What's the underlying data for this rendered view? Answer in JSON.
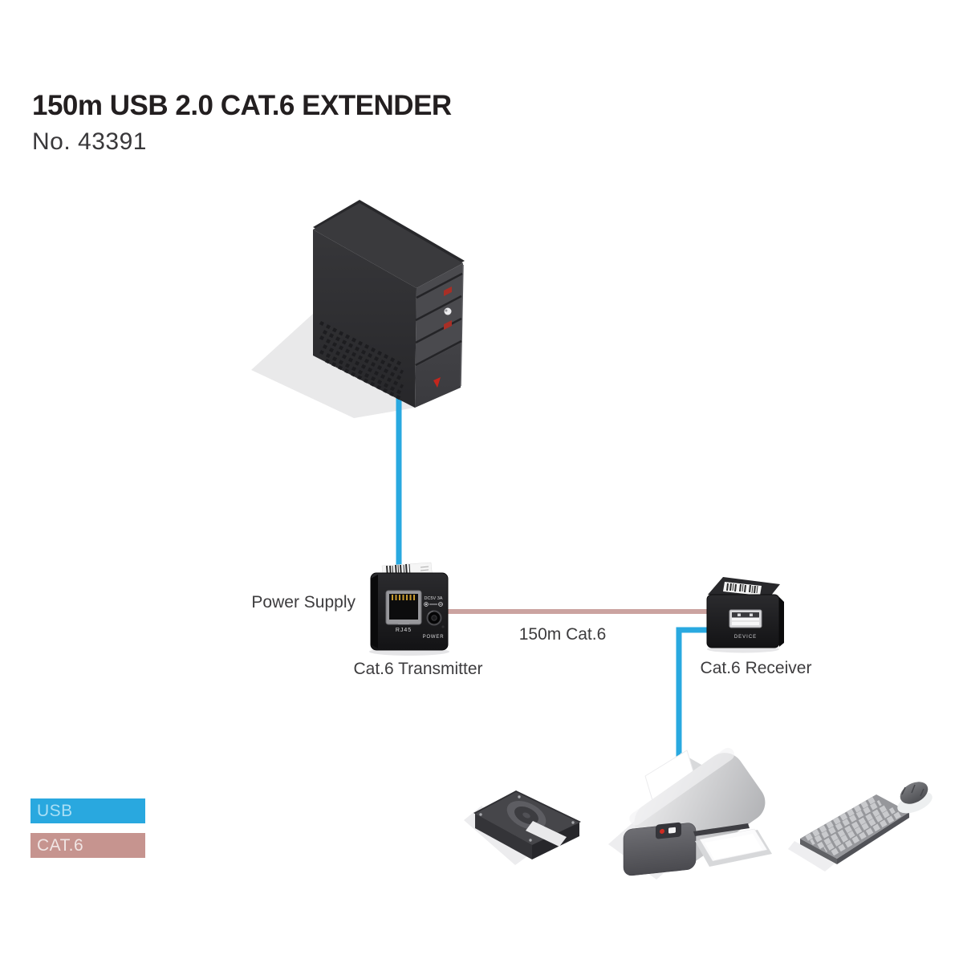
{
  "header": {
    "title": "150m USB 2.0 CAT.6 EXTENDER",
    "subtitle": "No. 43391"
  },
  "diagram": {
    "labels": {
      "power_supply": "Power Supply",
      "transmitter": "Cat.6 Transmitter",
      "cable_length": "150m Cat.6",
      "receiver": "Cat.6 Receiver"
    },
    "transmitter_panel": {
      "rj45": "RJ45",
      "dc_rating": "DC5V 3A",
      "power": "POWER"
    },
    "receiver_panel": {
      "device": "DEVICE"
    }
  },
  "legend": {
    "usb_label": "USB",
    "cat6_label": "CAT.6"
  },
  "colors": {
    "usb": "#29a9e0",
    "cat6": "#cba3a0",
    "usb_legend": "#29a8df",
    "cat6_legend": "#c6948f"
  }
}
